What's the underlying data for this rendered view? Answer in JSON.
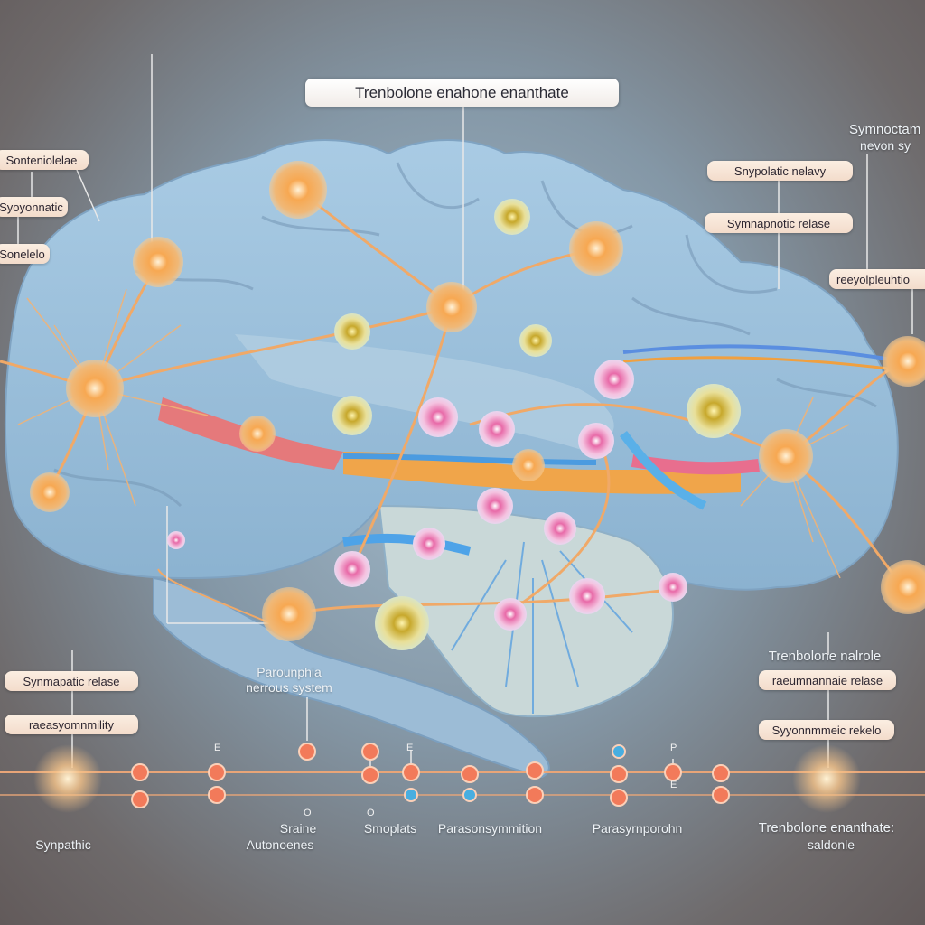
{
  "title": "Trenbolone enahone enanthate",
  "left_labels": [
    "Sonteniolelae",
    "Syoyonnatic",
    "Sonelelo"
  ],
  "right_labels": {
    "heading_line1": "Symnoctam",
    "heading_line2": "nevon sy",
    "box1": "Snypolatic nelavy",
    "box2": "Symnapnotic relase",
    "box3": "reeyolpleuhtio"
  },
  "bottom_left_labels": [
    "Synmapatic relase",
    "raeasyomnmility"
  ],
  "center_caption": {
    "line1": "Parounphia",
    "line2": "nerrous system"
  },
  "bottom_right": {
    "heading": "Trenbolone nalrole",
    "box1": "raeumnannaie relase",
    "box2": "Syyonnmmeic rekelo"
  },
  "axis_ticks": [
    "E",
    "O",
    "O",
    "E",
    "P",
    "E"
  ],
  "bottom_row": {
    "sympathic": "Synpathic",
    "sraine_1": "Sraine",
    "sraine_2": "Autonoenes",
    "smoplats": "Smoplats",
    "paraso": "Parasonsymmition",
    "parasy": "Parasyrnporohn",
    "tren_1": "Trenbolone enanthate:",
    "tren_2": "saldonle"
  },
  "colors": {
    "brain": "#9dc1dd",
    "neuron": "#f6b66c",
    "neuron_pink": "#f0a8cf",
    "neuron_yellow": "#e7d47a",
    "axon": "#f0a968"
  }
}
